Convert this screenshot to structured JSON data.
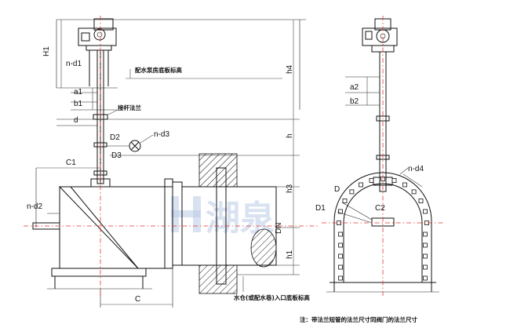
{
  "watermark": "湖泉",
  "front_view": {
    "dims": {
      "H1": "H1",
      "n_d1": "n-d1",
      "a1": "a1",
      "b1": "b1",
      "d": "d",
      "D2": "D2",
      "n_d3": "n-d3",
      "D3": "D3",
      "C1": "C1",
      "n_d2": "n-d2",
      "C": "C",
      "h4": "h4",
      "h": "h",
      "h3": "h3",
      "DN": "DN",
      "h1": "h1"
    },
    "annotations": {
      "pump_room_floor": "配水泵房底板标高",
      "rod_flange": "接杆法兰",
      "inlet_floor": "水仓(或配水巷)入口底板标高"
    }
  },
  "side_view": {
    "dims": {
      "a2": "a2",
      "b2": "b2",
      "n_d4": "n-d4",
      "D": "D",
      "D1": "D1",
      "C2": "C2"
    }
  },
  "note": "注：带法兰短管的法兰尺寸同阀门的法兰尺寸"
}
